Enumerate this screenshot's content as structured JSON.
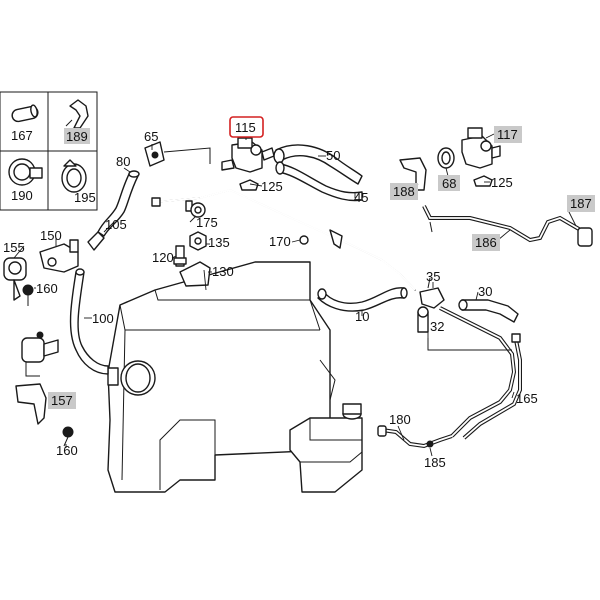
{
  "labels": {
    "l167": "167",
    "l189": "189",
    "l190": "190",
    "l195": "195",
    "l65": "65",
    "l80": "80",
    "l105": "105",
    "l115": "115",
    "l125a": "125",
    "l50": "50",
    "l45": "45",
    "l188": "188",
    "l68": "68",
    "l117": "117",
    "l125b": "125",
    "l187": "187",
    "l186": "186",
    "l155": "155",
    "l150": "150",
    "l160a": "160",
    "l175": "175",
    "l135": "135",
    "l120": "120",
    "l130": "130",
    "l170": "170",
    "l100": "100",
    "l35": "35",
    "l30": "30",
    "l10": "10",
    "l32": "32",
    "l157": "157",
    "l160b": "160",
    "l165": "165",
    "l180": "180",
    "l185": "185"
  },
  "highlight_color": "#c9c9c9",
  "selected_color": "#d42020",
  "selected_label": "115"
}
